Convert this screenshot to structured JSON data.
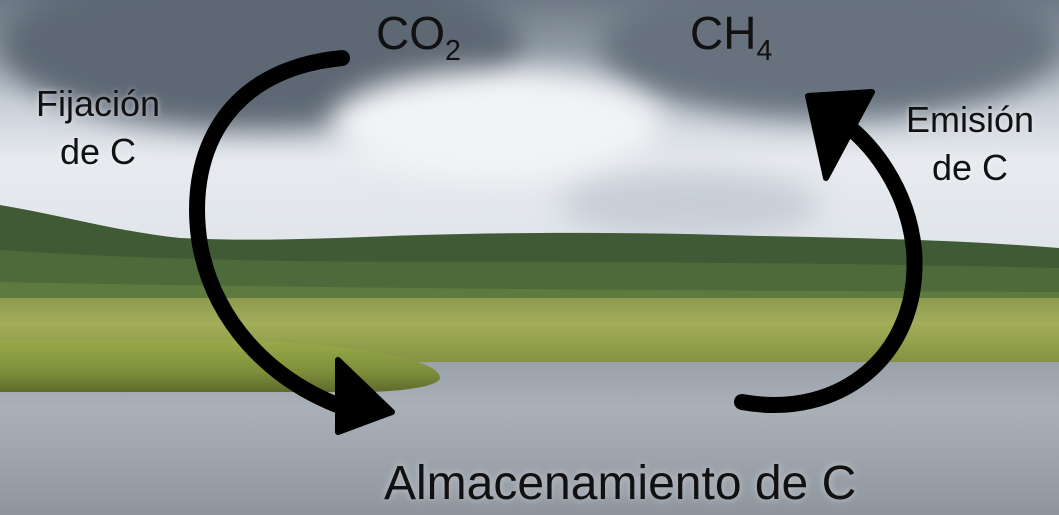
{
  "gases": {
    "co2": {
      "base": "CO",
      "sub": "2"
    },
    "ch4": {
      "base": "CH",
      "sub": "4"
    }
  },
  "labels": {
    "fixation_line1": "Fijación",
    "fixation_line2": "de C",
    "emission_line1": "Emisión",
    "emission_line2": "de C",
    "storage": "Almacenamiento de C"
  },
  "colors": {
    "arrow": "#000000",
    "text": "#111111"
  }
}
